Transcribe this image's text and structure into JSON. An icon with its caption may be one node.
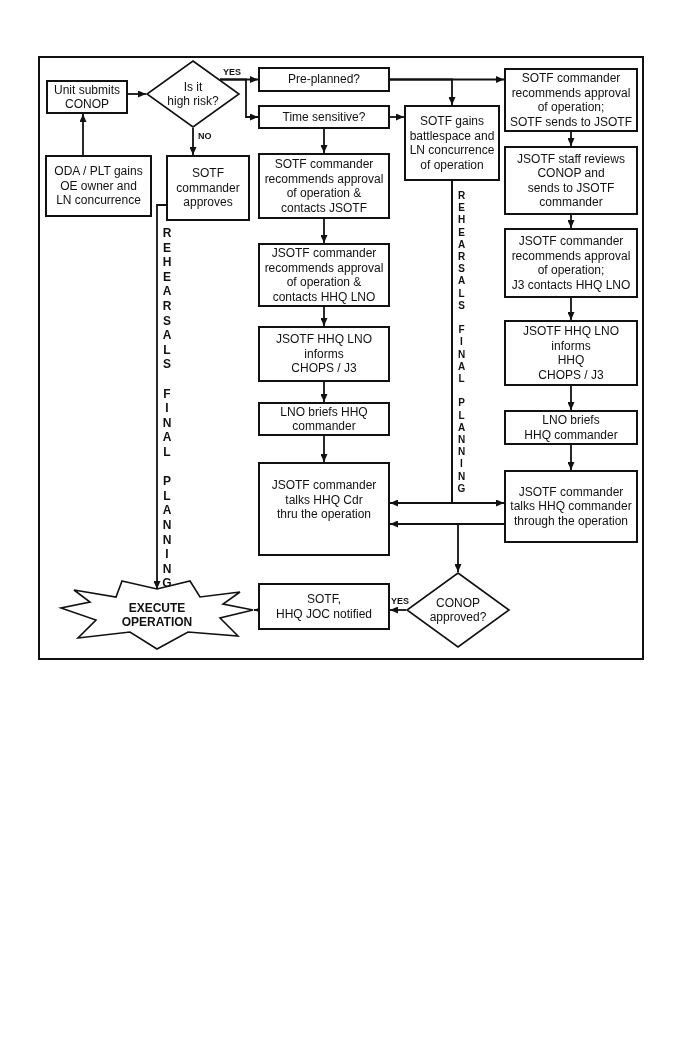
{
  "diagram": {
    "nodes": [
      {
        "text": [
          "Unit submits CONOP"
        ]
      },
      {
        "text": [
          "Is it high risk?"
        ]
      },
      {
        "text": [
          "Pre-planned?"
        ]
      },
      {
        "text": [
          "SOTF commander recommends approval of operation; SOTF sends to JSOTF"
        ]
      },
      {
        "text": [
          "Time sensitive?"
        ]
      },
      {
        "text": [
          "SOTF gains battlespace and LN concurrence of operation"
        ]
      },
      {
        "text": [
          "ODA / PLT gains OE owner and LN concurrence"
        ]
      },
      {
        "text": [
          "SOTF commander approves"
        ]
      },
      {
        "text": [
          "SOTF commander recommends approval of operation & contacts JSOTF"
        ]
      },
      {
        "text": [
          "JSOTF staff reviews CONOP and sends to JSOTF commander"
        ]
      },
      {
        "text": [
          "JSOTF commander recommends approval of operation & contacts HHQ LNO"
        ]
      },
      {
        "text": [
          "JSOTF commander recommends approval of operation; J3 contacts HHQ LNO"
        ]
      },
      {
        "text": [
          "JSOTF HHQ LNO informs CHOPS / J3"
        ]
      },
      {
        "text": [
          "JSOTF HHQ LNO informs HHQ CHOPS / J3"
        ]
      },
      {
        "text": [
          "LNO briefs HHQ commander"
        ]
      },
      {
        "text": [
          "LNO briefs HHQ commander"
        ]
      },
      {
        "text": [
          "JSOTF commander talks HHQ Cdr thru the operation"
        ]
      },
      {
        "text": [
          "JSOTF commander talks HHQ commander through the operation"
        ]
      },
      {
        "text": [
          "CONOP approved?"
        ]
      },
      {
        "text": [
          "SOTF, HHQ JOC notified"
        ]
      },
      {
        "text": [
          "EXECUTE OPERATION"
        ]
      }
    ],
    "edges": [
      {
        "from": 6,
        "to": 0,
        "arrow": "to"
      },
      {
        "from": 0,
        "to": 1,
        "arrow": "to"
      },
      {
        "from": 1,
        "to": 2,
        "arrow": "to",
        "label": "YES"
      },
      {
        "from": 1,
        "to": 4,
        "arrow": "to"
      },
      {
        "from": 1,
        "to": 7,
        "arrow": "to",
        "label": "NO"
      },
      {
        "from": 2,
        "to": 3,
        "arrow": "to"
      },
      {
        "from": 2,
        "to": 5,
        "arrow": "to"
      },
      {
        "from": 4,
        "to": 5,
        "arrow": "to"
      },
      {
        "from": 4,
        "to": 8,
        "arrow": "to"
      },
      {
        "from": 7,
        "to": 20,
        "arrow": "to",
        "label": "REHEARSALS FINAL PLANNING"
      },
      {
        "from": 8,
        "to": 10,
        "arrow": "to"
      },
      {
        "from": 10,
        "to": 12,
        "arrow": "to"
      },
      {
        "from": 12,
        "to": 14,
        "arrow": "to"
      },
      {
        "from": 14,
        "to": 16,
        "arrow": "to"
      },
      {
        "from": 3,
        "to": 9,
        "arrow": "to"
      },
      {
        "from": 9,
        "to": 11,
        "arrow": "to"
      },
      {
        "from": 11,
        "to": 13,
        "arrow": "to"
      },
      {
        "from": 13,
        "to": 15,
        "arrow": "to"
      },
      {
        "from": 15,
        "to": 17,
        "arrow": "to"
      },
      {
        "from": 5,
        "to": 16,
        "arrow": "to",
        "label": "REHEARSALS FINAL PLANNING"
      },
      {
        "from": 5,
        "to": 17,
        "arrow": "to"
      },
      {
        "from": 17,
        "to": 16,
        "arrow": "to"
      },
      {
        "from": 17,
        "to": 18,
        "arrow": "to"
      },
      {
        "from": 18,
        "to": 19,
        "arrow": "to",
        "label": "YES"
      },
      {
        "from": 19,
        "to": 20,
        "arrow": "to"
      }
    ]
  }
}
